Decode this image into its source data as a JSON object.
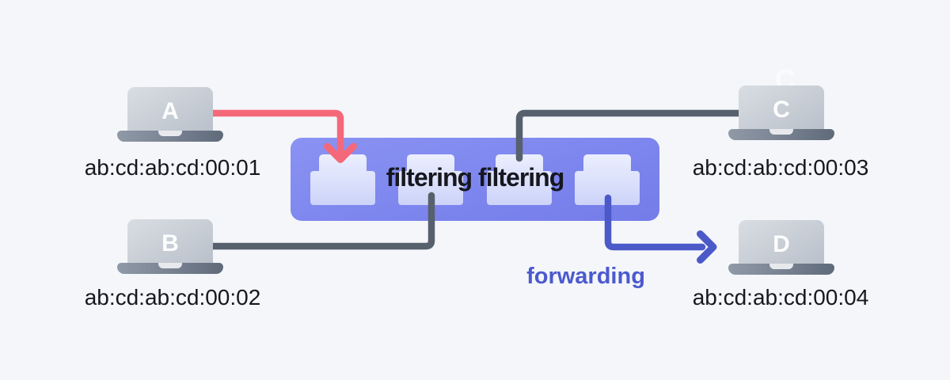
{
  "diagram_title": "switch-filtering-forwarding-diagram",
  "background_color": "#f4f6fa",
  "switch": {
    "body_color": "#7f88ef",
    "port_fill": "#dde2fb",
    "port_count": 4,
    "label": "filtering filtering"
  },
  "devices": [
    {
      "id": "A",
      "letter": "A",
      "mac": "ab:cd:ab:cd:00:01",
      "position": "top-left",
      "connection": "incoming-frame-arrow to port 1"
    },
    {
      "id": "B",
      "letter": "B",
      "mac": "ab:cd:ab:cd:00:02",
      "position": "bottom-left",
      "connection": "cable to port 2"
    },
    {
      "id": "C",
      "letter": "C",
      "mac": "ab:cd:ab:cd:00:03",
      "position": "top-right",
      "connection": "cable to port 3"
    },
    {
      "id": "D",
      "letter": "D",
      "mac": "ab:cd:ab:cd:00:04",
      "position": "bottom-right",
      "connection": "forwarding-arrow from port 4"
    }
  ],
  "annotations": {
    "filtering_label": "filtering filtering",
    "forwarding_label": "forwarding",
    "artifact_letter": "C"
  },
  "colors": {
    "incoming_arrow": "#f5687a",
    "forwarding_arrow": "#4b5ac8",
    "forwarding_text": "#4c5ace",
    "cable": "#57606d",
    "switch_body": "#7f88ef",
    "port_fill": "#dde2fb",
    "filtering_text": "#16171f",
    "mac_text": "#16181d",
    "laptop_screen": "#c9cfd7",
    "laptop_base": "#76808f"
  }
}
